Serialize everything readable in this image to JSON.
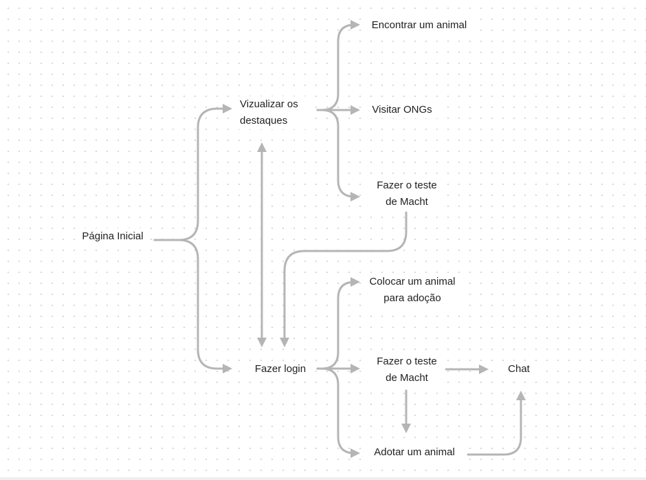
{
  "diagram": {
    "nodes": {
      "pagina_inicial": {
        "lines": [
          "Página Inicial"
        ]
      },
      "vizualizar_destaques": {
        "lines": [
          "Vizualizar os",
          "destaques"
        ]
      },
      "encontrar_animal": {
        "lines": [
          "Encontrar um animal"
        ]
      },
      "visitar_ongs": {
        "lines": [
          "Visitar ONGs"
        ]
      },
      "teste_macht_top": {
        "lines": [
          "Fazer o teste",
          "de Macht"
        ]
      },
      "fazer_login": {
        "lines": [
          "Fazer login"
        ]
      },
      "colocar_animal": {
        "lines": [
          "Colocar um animal",
          "para adoção"
        ]
      },
      "teste_macht_bottom": {
        "lines": [
          "Fazer o teste",
          "de Macht"
        ]
      },
      "chat": {
        "lines": [
          "Chat"
        ]
      },
      "adotar_animal": {
        "lines": [
          "Adotar um animal"
        ]
      }
    },
    "colors": {
      "connector": "#b5b5b5",
      "text": "#1f1f1f",
      "dot_grid": "#d4d4d4",
      "background": "#ffffff"
    }
  }
}
